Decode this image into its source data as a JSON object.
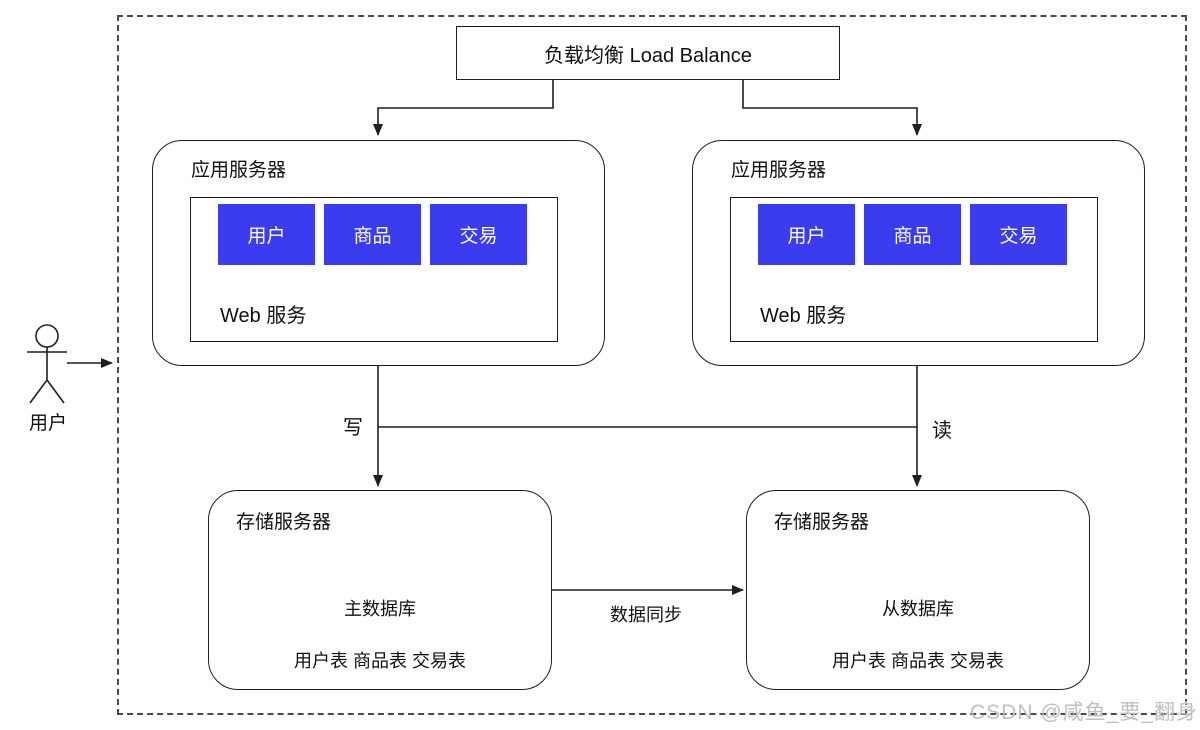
{
  "watermark": "CSDN @咸鱼_要_翻身",
  "actor": {
    "label": "用户"
  },
  "load_balancer": {
    "label": "负载均衡 Load Balance"
  },
  "app_servers": [
    {
      "title": "应用服务器",
      "web_service_label": "Web 服务",
      "modules": [
        "用户",
        "商品",
        "交易"
      ]
    },
    {
      "title": "应用服务器",
      "web_service_label": "Web 服务",
      "modules": [
        "用户",
        "商品",
        "交易"
      ]
    }
  ],
  "storage_servers": [
    {
      "title": "存储服务器",
      "database": "主数据库",
      "tables": "用户表 商品表 交易表"
    },
    {
      "title": "存储服务器",
      "database": "从数据库",
      "tables": "用户表 商品表 交易表"
    }
  ],
  "edge_labels": {
    "write": "写",
    "read": "读",
    "sync": "数据同步"
  },
  "colors": {
    "module_blue": "#3b3bef",
    "line": "#1f1f1f",
    "watermark": "#bfbfbf"
  }
}
